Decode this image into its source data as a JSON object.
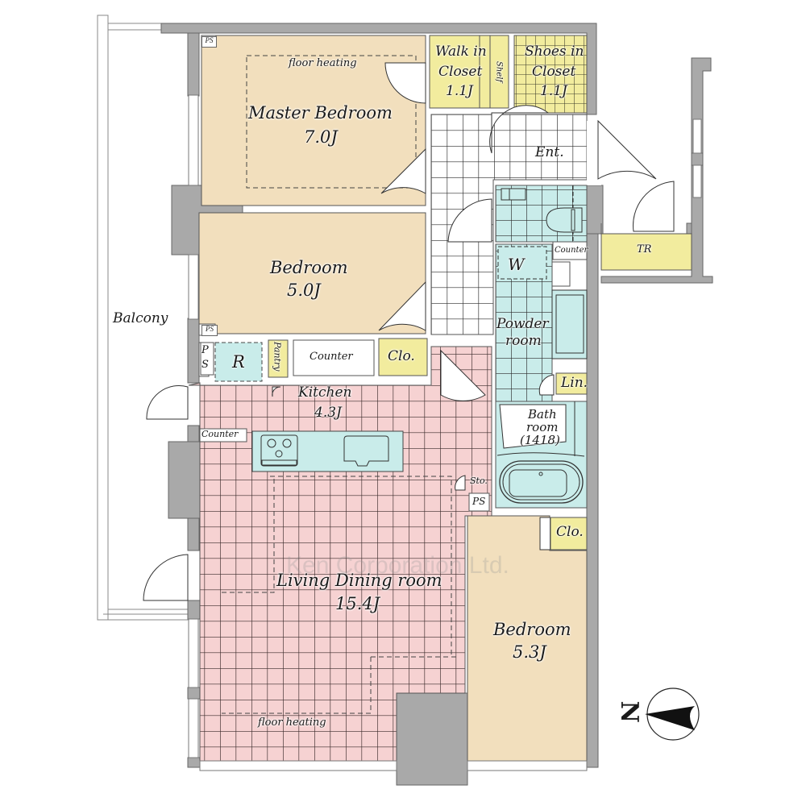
{
  "plan": {
    "watermark": "Ken Corporation Ltd.",
    "colors": {
      "wall": "#a9a9a9",
      "bedroom_floor": "#f2dfbd",
      "closet": "#f2ec9e",
      "wet_area": "#c9ecea",
      "ldk_floor": "#f6d2d2",
      "tile_line": "#3a2a2a",
      "entrance": "#ffffff"
    },
    "rooms": {
      "master_bedroom": {
        "name": "Master Bedroom",
        "size": "7.0J",
        "note": "floor heating"
      },
      "walk_in_closet": {
        "name1": "Walk in",
        "name2": "Closet",
        "size": "1.1J",
        "shelf": "Shelf"
      },
      "shoes_in_closet": {
        "name1": "Shoes in",
        "name2": "Closet",
        "size": "1.1J"
      },
      "entrance": {
        "name": "Ent."
      },
      "trunk_room": {
        "name": "TR"
      },
      "bedroom_2": {
        "name": "Bedroom",
        "size": "5.0J"
      },
      "balcony": {
        "name": "Balcony"
      },
      "powder_room": {
        "name1": "Powder",
        "name2": "room",
        "counter": "Counter",
        "washer": "W"
      },
      "linen": {
        "name": "Lin."
      },
      "bathroom": {
        "name1": "Bath",
        "name2": "room",
        "size": "(1418)"
      },
      "kitchen": {
        "name": "Kitchen",
        "size": "4.3J",
        "counter": "Counter",
        "pantry": "Pantry",
        "fridge": "R"
      },
      "closet_kitchen": {
        "name": "Clo."
      },
      "counter_side": {
        "name": "Counter"
      },
      "storage": {
        "name": "Sto."
      },
      "living_dining": {
        "name": "Living Dining room",
        "size": "15.4J",
        "note": "floor heating"
      },
      "bedroom_3": {
        "name": "Bedroom",
        "size": "5.3J"
      },
      "closet_bedroom3": {
        "name": "Clo."
      }
    },
    "ps_labels": {
      "ps_top": "PS",
      "ps_mid": "PS",
      "ps_ps1": "P",
      "ps_ps2": "S",
      "ps_bath": "PS"
    },
    "compass": {
      "label": "N"
    }
  }
}
